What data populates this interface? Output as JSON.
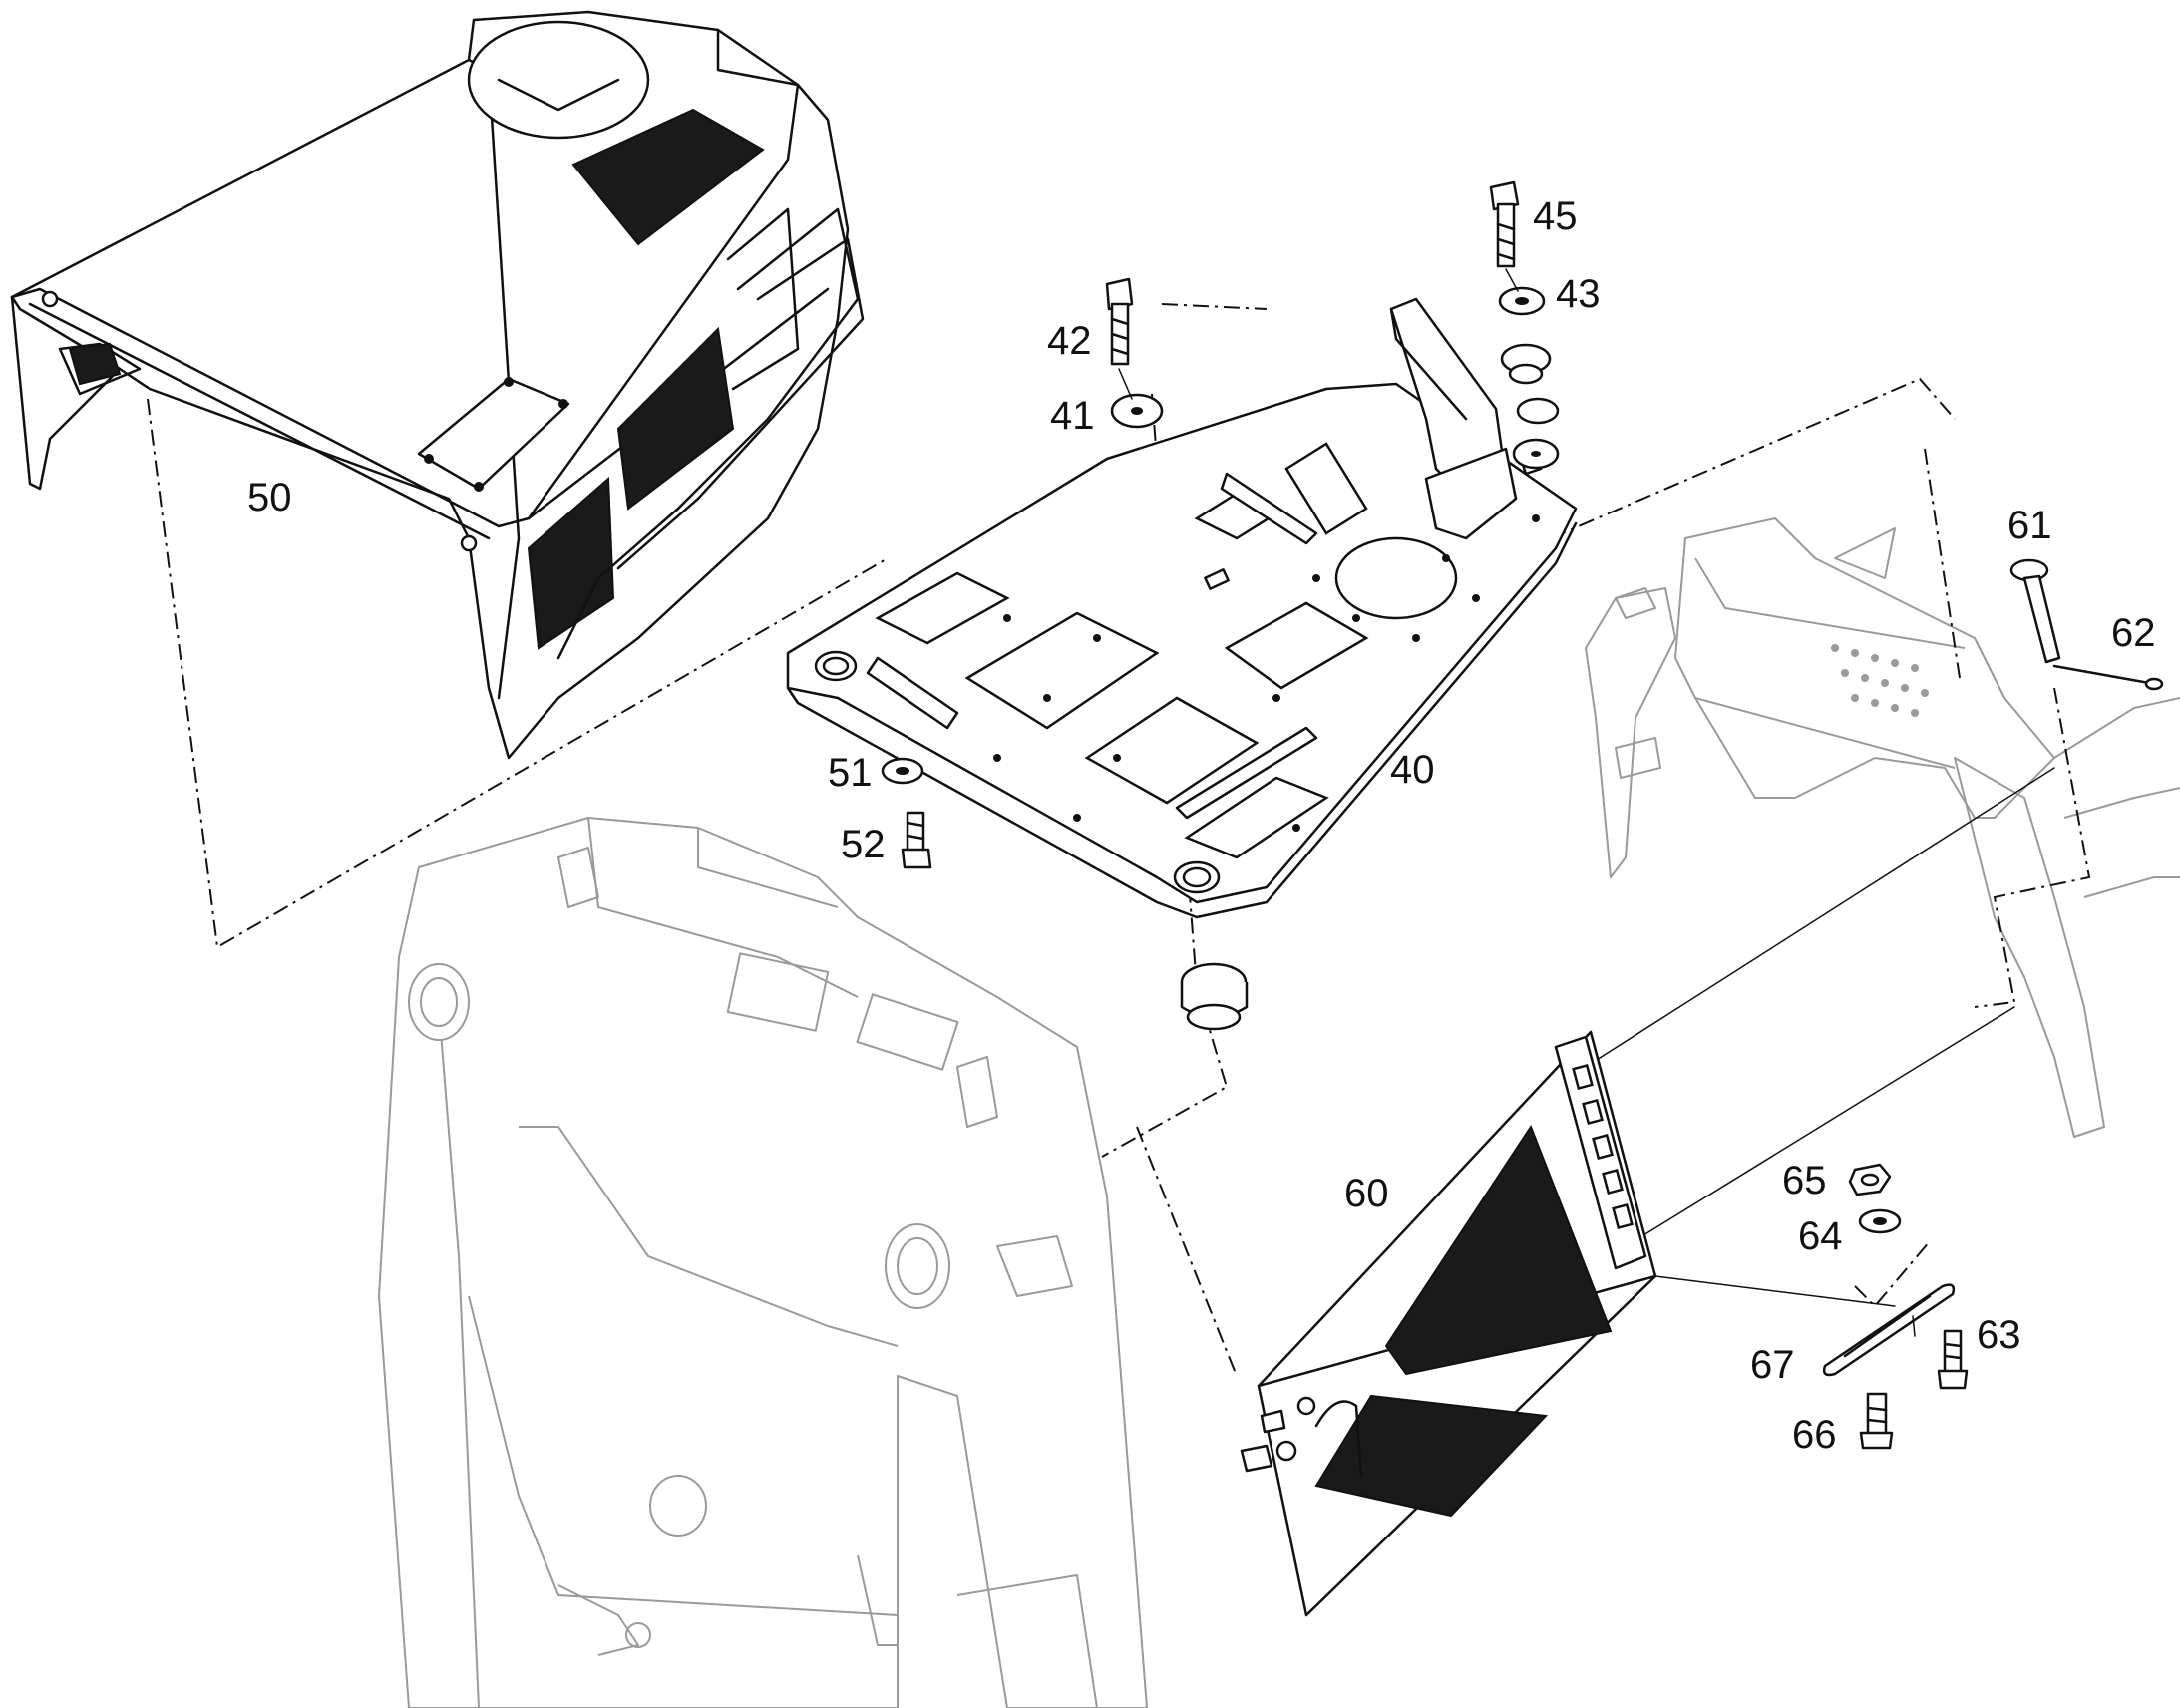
{
  "callouts": [
    {
      "id": "40",
      "label": "40"
    },
    {
      "id": "41",
      "label": "41"
    },
    {
      "id": "42",
      "label": "42"
    },
    {
      "id": "43",
      "label": "43"
    },
    {
      "id": "45",
      "label": "45"
    },
    {
      "id": "50",
      "label": "50"
    },
    {
      "id": "51",
      "label": "51"
    },
    {
      "id": "52",
      "label": "52"
    },
    {
      "id": "60",
      "label": "60"
    },
    {
      "id": "61",
      "label": "61"
    },
    {
      "id": "62",
      "label": "62"
    },
    {
      "id": "63",
      "label": "63"
    },
    {
      "id": "64",
      "label": "64"
    },
    {
      "id": "65",
      "label": "65"
    },
    {
      "id": "66",
      "label": "66"
    },
    {
      "id": "67",
      "label": "67"
    }
  ],
  "colors": {
    "line": "#111111",
    "ghost": "#9a9a9a",
    "background": "#ffffff"
  }
}
